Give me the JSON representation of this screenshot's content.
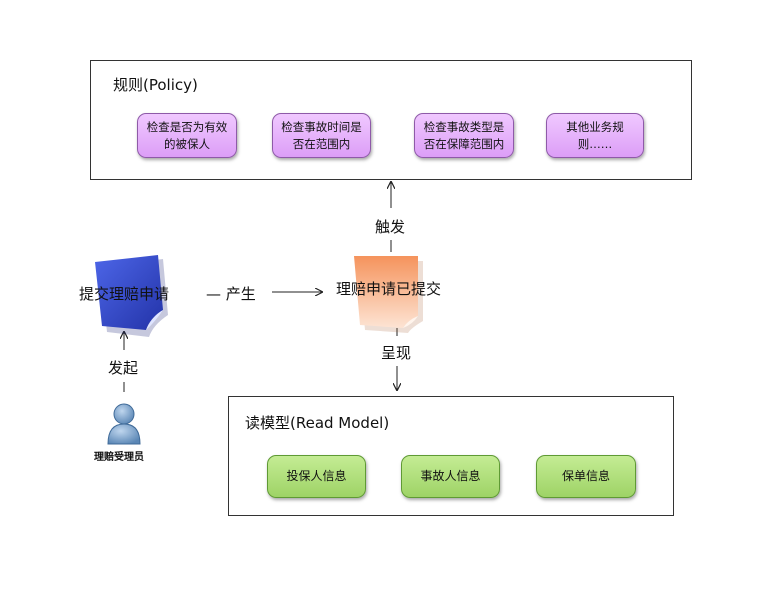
{
  "policy": {
    "title": "规则(Policy)",
    "rules": [
      "检查是否为有效的被保人",
      "检查事故时间是否在范围内",
      "检查事故类型是否在保障范围内",
      "其他业务规则……"
    ]
  },
  "read_model": {
    "title": "读模型(Read Model)",
    "items": [
      "投保人信息",
      "事故人信息",
      "保单信息"
    ]
  },
  "command": {
    "label": "提交理赔申请"
  },
  "event": {
    "label": "理赔申请已提交"
  },
  "actor": {
    "label": "理赔受理员"
  },
  "edges": {
    "produce": "— 产生",
    "trigger": "触发",
    "initiate": "发起",
    "present": "呈现"
  },
  "colors": {
    "rule_fill": "#e4b0fb",
    "read_model_fill": "#b2e07e",
    "command_note": "#3b4fd1",
    "event_note": "#f7a97c",
    "actor": "#6f9bc6"
  }
}
